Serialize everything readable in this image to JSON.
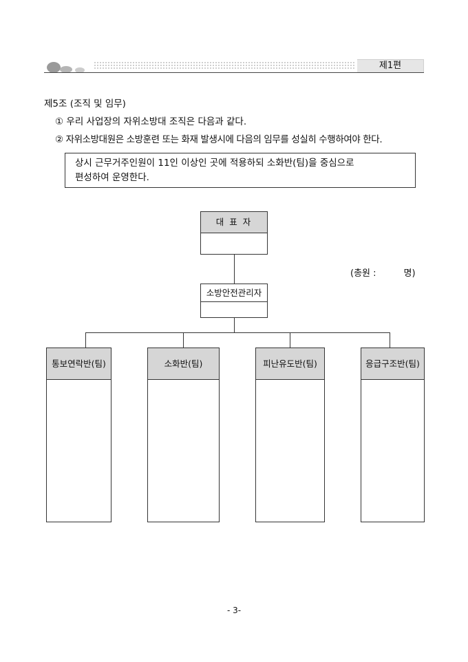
{
  "header": {
    "part_label": "제1편"
  },
  "article": {
    "title": "제5조 (조직 및 임무)",
    "item1": "① 우리 사업장의 자위소방대 조직은 다음과 같다.",
    "item2": "② 자위소방대원은 소방훈련 또는 화재 발생시에 다음의 임무를 성실히 수행하여야 한다."
  },
  "note": {
    "line1": "상시 근무거주인원이 11인 이상인 곳에 적용하되 소화반(팀)을 중심으로",
    "line2": "편성하여 운영한다."
  },
  "org_chart": {
    "top": {
      "label": "대 표 자",
      "value": ""
    },
    "middle": {
      "label": "소방안전관리자",
      "value": ""
    },
    "total_prefix": "(총원 :",
    "total_count": "",
    "total_suffix": "명)",
    "teams": [
      {
        "label": "통보연락반(팀)",
        "members": ""
      },
      {
        "label": "소화반(팀)",
        "members": ""
      },
      {
        "label": "피난유도반(팀)",
        "members": ""
      },
      {
        "label": "응급구조반(팀)",
        "members": ""
      }
    ]
  },
  "footer": {
    "page_number": "- 3-"
  }
}
